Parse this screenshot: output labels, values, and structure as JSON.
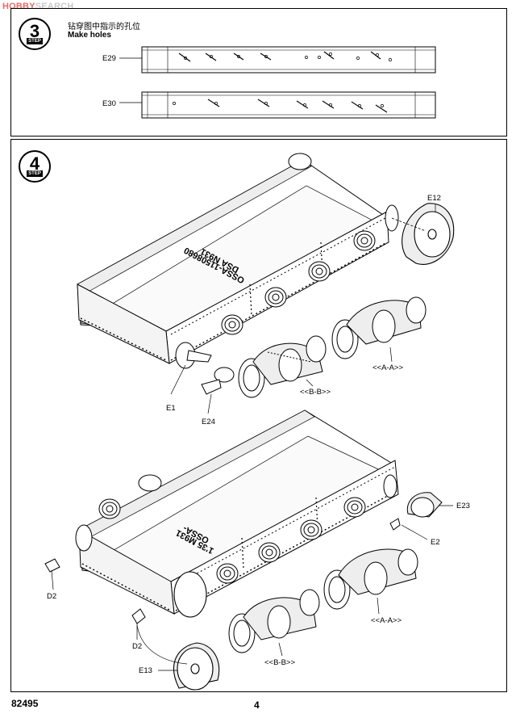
{
  "watermark": {
    "brand": "HOBBY",
    "suffix": "SEARCH"
  },
  "step3": {
    "number": "3",
    "step_word": "STEP",
    "instruction_cn": "钻穿图中指示的孔位",
    "instruction_en": "Make holes",
    "parts": [
      "E29",
      "E30"
    ]
  },
  "step4": {
    "number": "4",
    "step_word": "STEP",
    "upper": {
      "hull_marking_1": "OSSA-11508680",
      "hull_marking_2": "DSA N931",
      "labels": {
        "e12": "E12",
        "e1": "E1",
        "e24": "E24",
        "bb": "<<B-B>>",
        "aa": "<<A-A>>"
      }
    },
    "lower": {
      "hull_marking_1": "1'35 M931",
      "hull_marking_2": "OSSA-",
      "labels": {
        "e23": "E23",
        "e2": "E2",
        "d2_left": "D2",
        "d2_mid": "D2",
        "e13": "E13",
        "bb": "<<B-B>>",
        "aa": "<<A-A>>"
      }
    }
  },
  "footer": {
    "code": "82495",
    "page": "4"
  }
}
